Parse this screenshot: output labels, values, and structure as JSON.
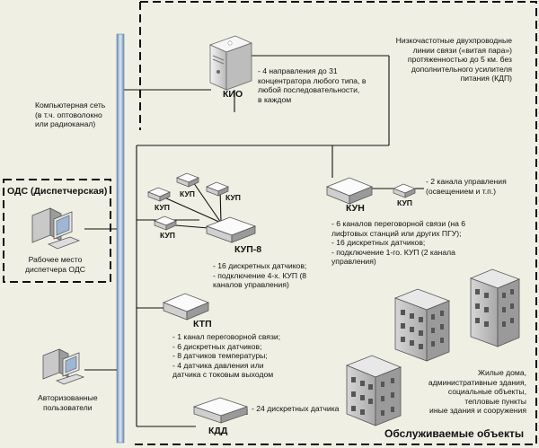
{
  "network": {
    "label_lines": [
      "Компьютерная сеть",
      "(в т.ч. оптоволокно",
      "или радиоканал)"
    ]
  },
  "ods": {
    "title": "ОДС (Диспетчерская)",
    "workstation_lines": [
      "Рабочее место",
      "диспетчера ОДС"
    ]
  },
  "users": {
    "label_lines": [
      "Авторизованные",
      "пользователи"
    ]
  },
  "kio": {
    "label": "КИО",
    "desc_lines": [
      "- 4 направления до 31",
      "концентратора любого типа, в",
      "любой последовательности,",
      "в каждом"
    ]
  },
  "lines_note": {
    "lines": [
      "Низкочастотные двухпроводные",
      "линии связи («витая пара»)",
      "протяженностью до 5 км. без",
      "дополнительного усилителя",
      "питания (КДП)"
    ]
  },
  "kup8": {
    "label": "КУП-8",
    "kup_label": "КУП",
    "desc_lines": [
      "- 16 дискретных датчиков;",
      "- подключение 4-х. КУП (8",
      "каналов управления)"
    ]
  },
  "kun": {
    "label": "КУН",
    "kup_label": "КУП",
    "kup_desc_lines": [
      "- 2 канала управления",
      "(освещением и т.п.)"
    ],
    "desc_lines": [
      "- 6 каналов переговорной связи (на 6",
      "лифтовых станций или других ПГУ);",
      "- 16 дискретных датчиков;",
      "- подключение 1-го. КУП (2 канала",
      "управления)"
    ]
  },
  "ktp": {
    "label": "КТП",
    "desc_lines": [
      "- 1 канал переговорной связи;",
      "- 6 дискретных датчиков;",
      "- 8 датчиков температуры;",
      "- 4 датчика давления или",
      "датчика с токовым выходом"
    ]
  },
  "kdd": {
    "label": "КДД",
    "desc": "- 24 дискретных датчика"
  },
  "objects": {
    "desc_lines": [
      "Жилые дома,",
      "административные здания,",
      "социальные объекты,",
      "тепловые пункты",
      "иные здания и сооружения"
    ],
    "title": "Обслуживаемые объекты"
  },
  "colors": {
    "background": "#efefe4",
    "line": "#111111",
    "bus": "#a9bfdb",
    "box_top": "#fbfbfb",
    "box_side": "#9a9a9a",
    "building": "#8a8a8a"
  }
}
